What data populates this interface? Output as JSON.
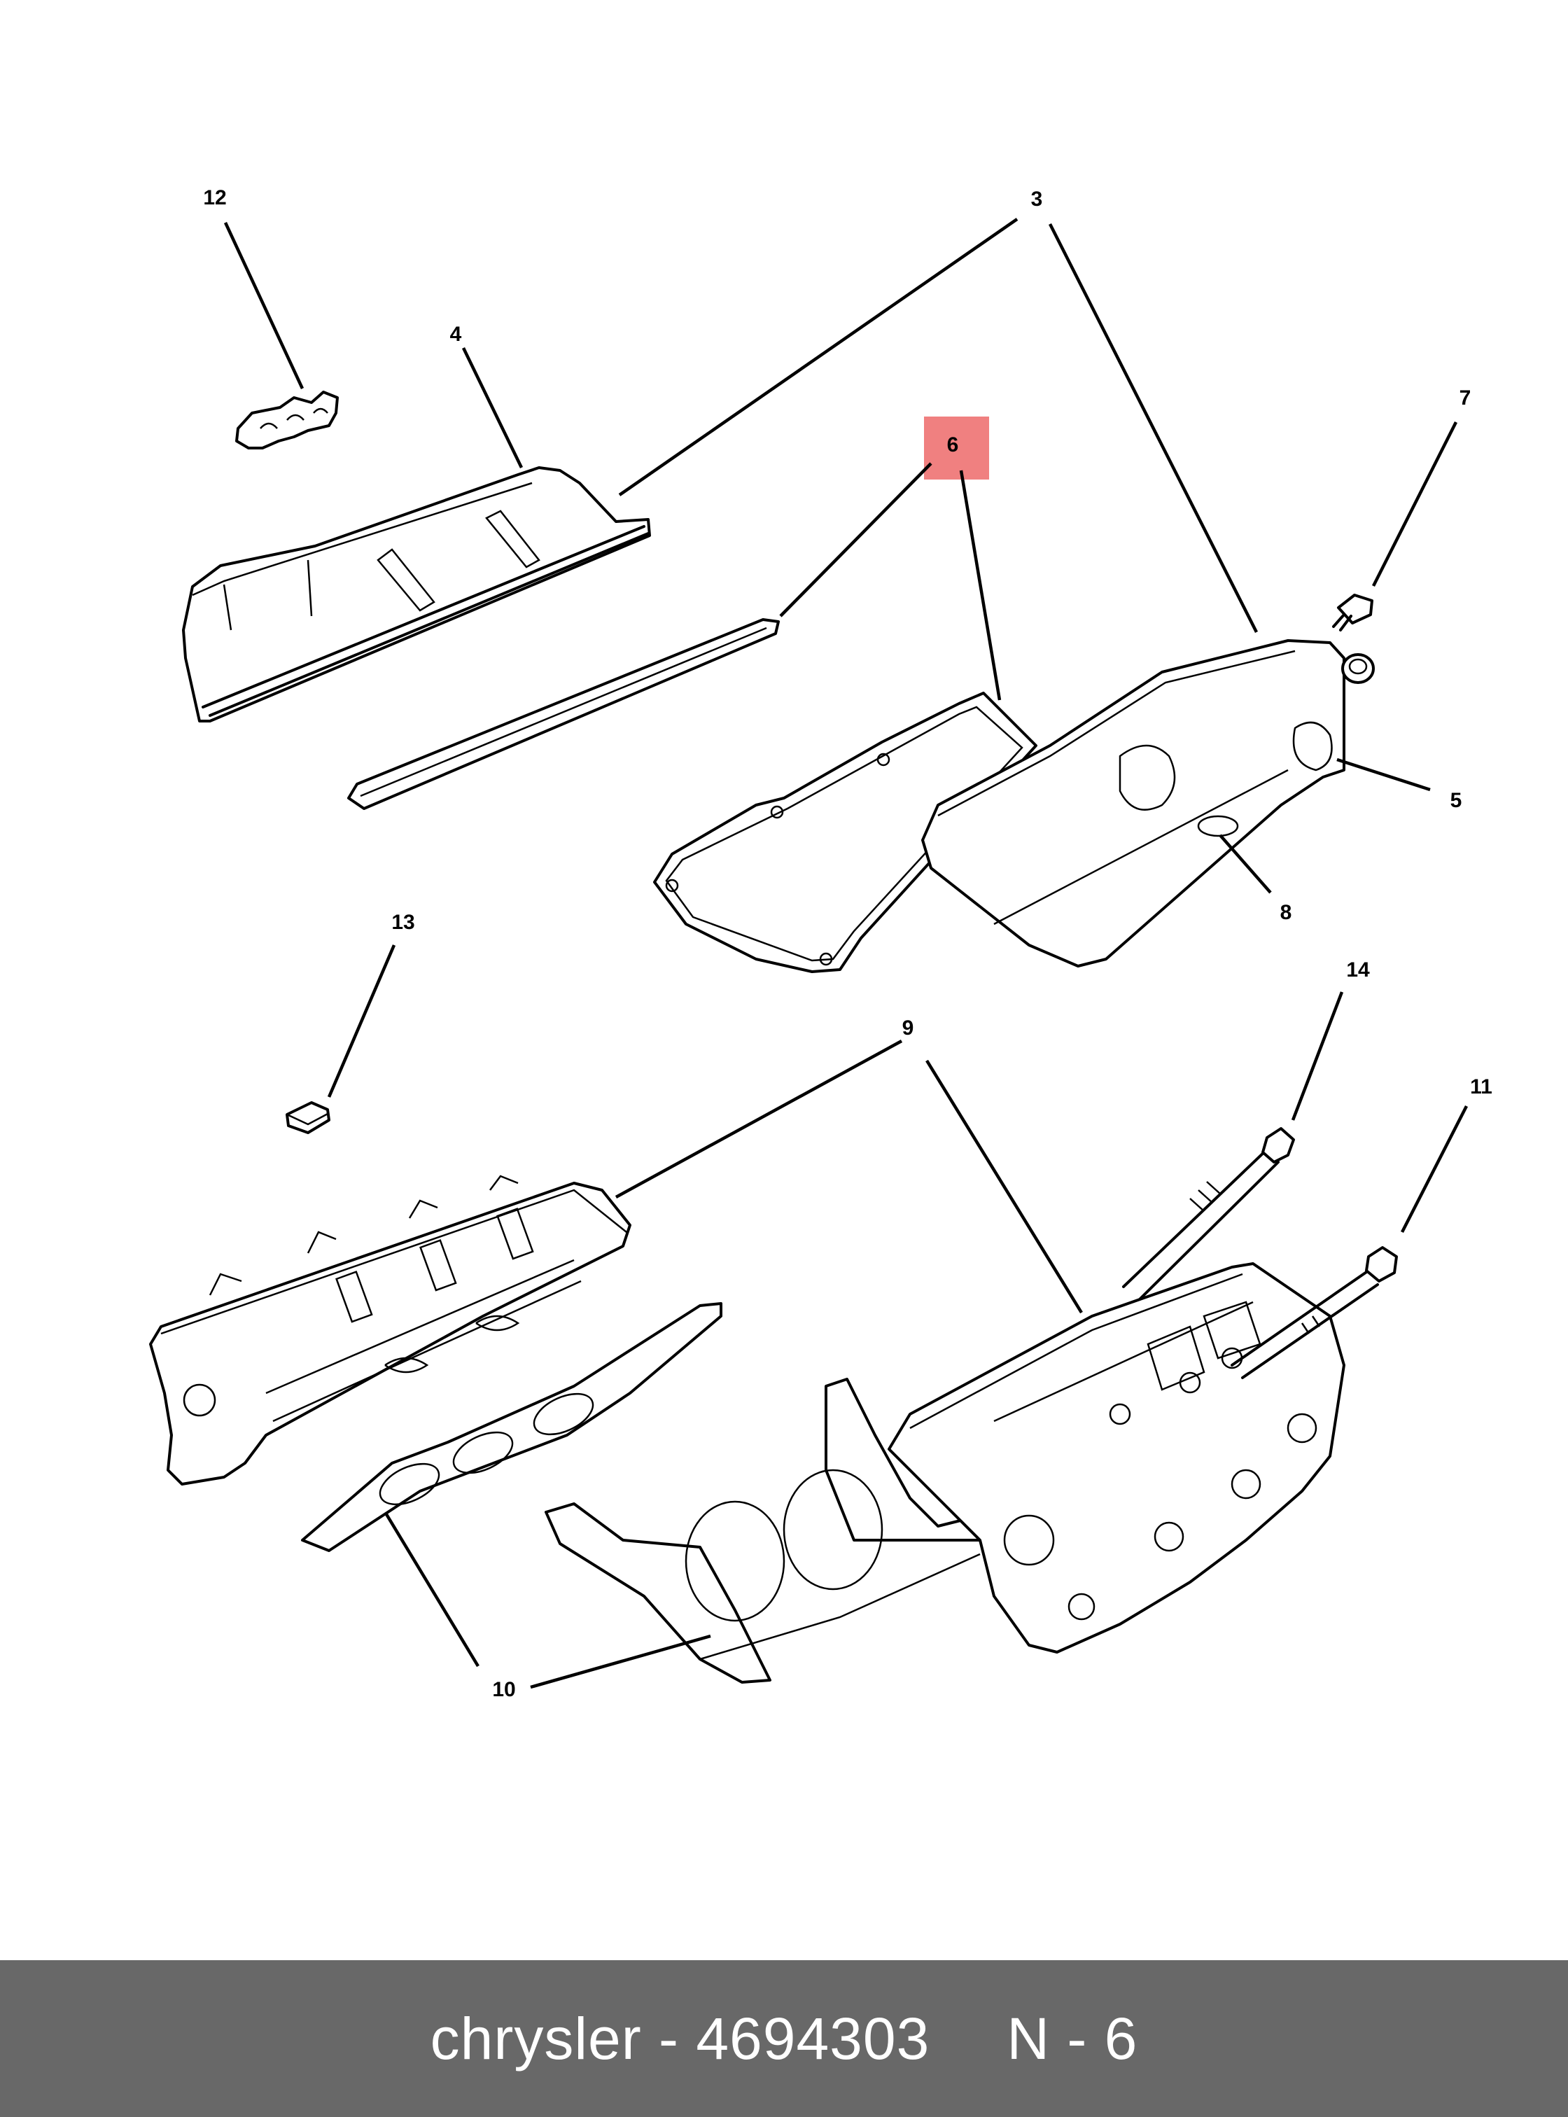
{
  "callouts": {
    "c12": "12",
    "c3": "3",
    "c4": "4",
    "c6": "6",
    "c7": "7",
    "c5": "5",
    "c8": "8",
    "c13": "13",
    "c14": "14",
    "c9": "9",
    "c11": "11",
    "c10": "10"
  },
  "highlight_color": "#f08080",
  "footer": {
    "brand_part": "chrysler - 4694303",
    "ref": "N - 6"
  }
}
